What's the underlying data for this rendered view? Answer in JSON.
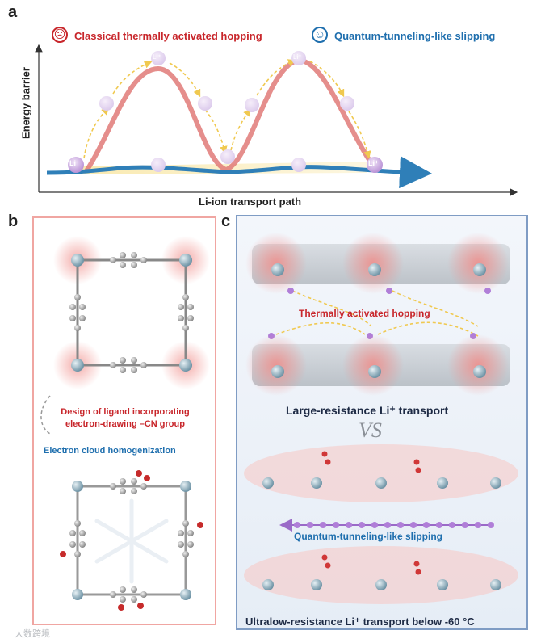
{
  "panel_a": {
    "letter": "a",
    "legend_hopping": "Classical thermally activated hopping",
    "legend_tunneling": "Quantum-tunneling-like slipping",
    "y_axis_label": "Energy barrier",
    "x_axis_label": "Li-ion transport path",
    "ion_label": "Li⁺",
    "colors": {
      "hopping": "#d9534f",
      "tunneling": "#2f7fb8",
      "path_glow": "#f6df8a"
    }
  },
  "panel_b": {
    "letter": "b",
    "design_text_line1": "Design of ligand incorporating",
    "design_text_line2": "electron-drawing –CN group",
    "homogenization_text": "Electron cloud homogenization"
  },
  "panel_c": {
    "letter": "c",
    "hopping_text": "Thermally activated hopping",
    "large_resistance_text": "Large-resistance Li⁺ transport",
    "vs_text": "VS",
    "tunneling_text": "Quantum-tunneling-like slipping",
    "ultralow_text": "Ultralow-resistance Li⁺ transport below -60 °C"
  },
  "watermark": "大数跨境"
}
